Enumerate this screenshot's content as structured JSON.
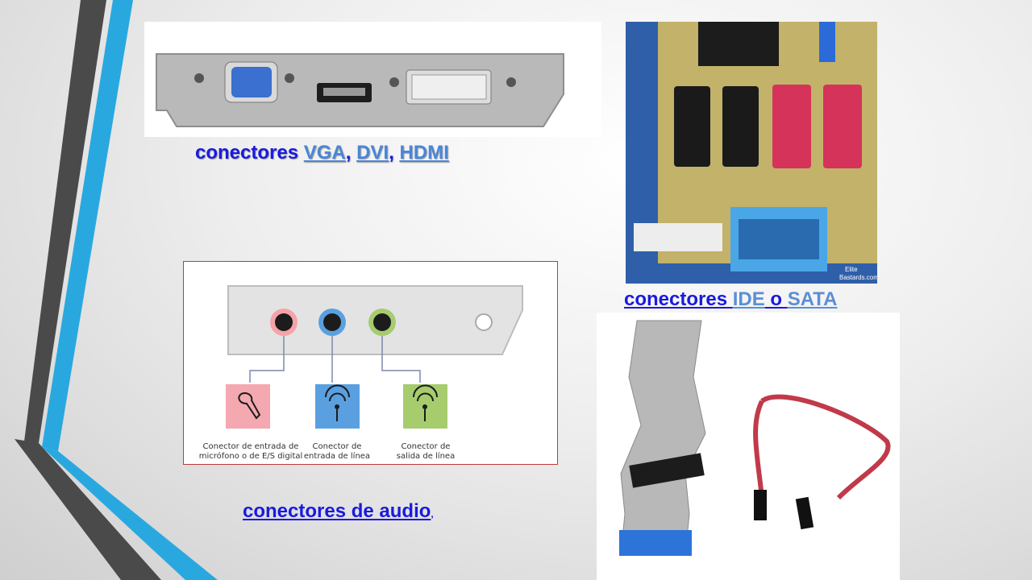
{
  "slide": {
    "colors": {
      "accent_blue": "#29a8e0",
      "dark_gray": "#4a4a4a",
      "link_blue": "#1a1adf"
    }
  },
  "captions": {
    "video": {
      "prefix": "conectores ",
      "vga": "VGA",
      "sep1": ", ",
      "dvi": "DVI",
      "sep2": ", ",
      "hdmi": "HDMI"
    },
    "storage": {
      "prefix": "conectores ",
      "ide": "IDE",
      "mid": " o ",
      "sata": "SATA"
    },
    "audio": {
      "text": "conectores de audio",
      "suffix": ","
    }
  },
  "audio_panel": {
    "labels": [
      {
        "line1": "Conector de entrada de",
        "line2": "micrófono o de E/S digital"
      },
      {
        "line1": "Conector de",
        "line2": "entrada de línea"
      },
      {
        "line1": "Conector de",
        "line2": "salida de línea"
      }
    ],
    "jack_colors": [
      "#f4a3a8",
      "#5aa0e0",
      "#a6cc6e"
    ]
  },
  "motherboard_photo": {
    "watermark_line1": "Elite",
    "watermark_line2": "Bastards.com"
  }
}
